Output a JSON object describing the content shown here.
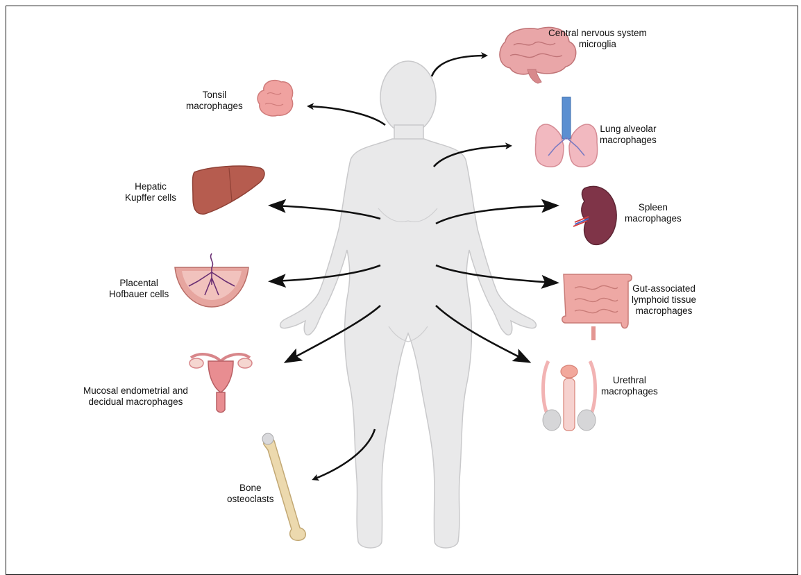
{
  "labels": {
    "cns": {
      "line1": "Central nervous system",
      "line2": "microglia"
    },
    "tonsil": {
      "line1": "Tonsil",
      "line2": "macrophages"
    },
    "lung": {
      "line1": "Lung alveolar",
      "line2": "macrophages"
    },
    "liver": {
      "line1": "Hepatic",
      "line2": "Kupffer cells"
    },
    "spleen": {
      "line1": "Spleen",
      "line2": "macrophages"
    },
    "placenta": {
      "line1": "Placental",
      "line2": "Hofbauer cells"
    },
    "gut": {
      "line1": "Gut-associated",
      "line2": "lymphoid tissue",
      "line3": "macrophages"
    },
    "uterus": {
      "line1": "Mucosal endometrial and",
      "line2": "decidual macrophages"
    },
    "urethra": {
      "line1": "Urethral",
      "line2": "macrophages"
    },
    "bone": {
      "line1": "Bone",
      "line2": "osteoclasts"
    }
  },
  "icons": [
    "body-icon",
    "brain-icon",
    "tonsil-icon",
    "lung-icon",
    "liver-icon",
    "spleen-icon",
    "placenta-icon",
    "intestine-icon",
    "uterus-icon",
    "male-reproductive-icon",
    "femur-icon"
  ],
  "colors": {
    "body": "#e9e9ea",
    "body_outline": "#c9c9cb",
    "arrow": "#111111",
    "organ_pink": "#e8a3a6",
    "liver": "#b35b4e",
    "spleen": "#7d3346",
    "bone": "#ead8b0"
  }
}
